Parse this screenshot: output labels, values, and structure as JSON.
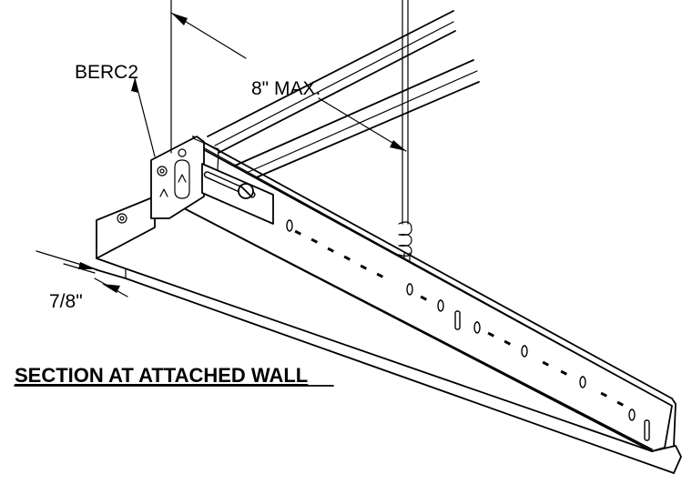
{
  "labels": {
    "part_callout": "BERC2",
    "max_spacing": "8\" MAX.",
    "flange_width": "7/8\"",
    "section_title": "SECTION AT ATTACHED WALL"
  }
}
